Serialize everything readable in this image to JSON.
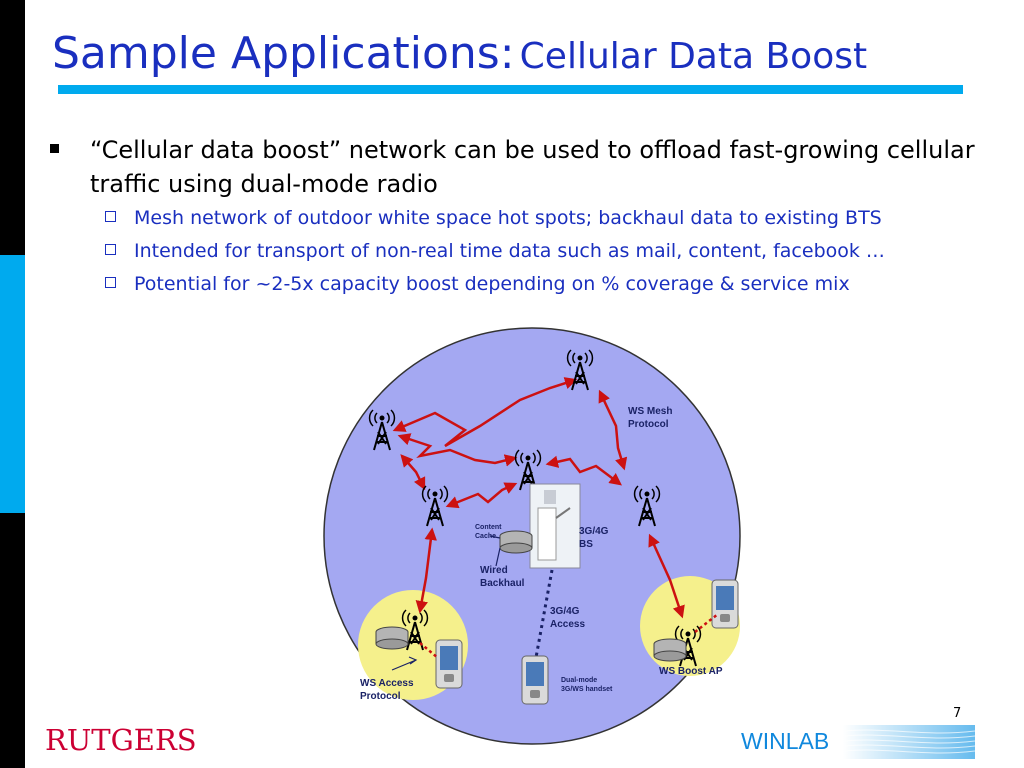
{
  "slide": {
    "title_main": "Sample Applications:",
    "title_sub": "Cellular Data Boost",
    "bullet": "“Cellular data boost” network can be used to offload fast-growing cellular traffic using dual-mode radio",
    "sub_bullets": [
      "Mesh network of outdoor white space hot spots; backhaul data to existing BTS",
      "Intended for transport of non-real time data such as mail, content, facebook …",
      "Potential for ~2-5x capacity boost depending on % coverage & service mix"
    ],
    "page_number": "7"
  },
  "diagram": {
    "labels": {
      "ws_mesh_1": "WS Mesh",
      "ws_mesh_2": "Protocol",
      "content_cache_1": "Content",
      "content_cache_2": "Cache",
      "bs_1": "3G/4G",
      "bs_2": "BS",
      "wired_1": "Wired",
      "wired_2": "Backhaul",
      "access_1": "3G/4G",
      "access_2": "Access",
      "dual_1": "Dual-mode",
      "dual_2": "3G/WS handset",
      "ws_access_1": "WS Access",
      "ws_access_2": "Protocol",
      "ws_boost": "WS Boost AP"
    }
  },
  "footer": {
    "rutgers": "RUTGERS",
    "winlab": "WINLAB"
  },
  "colors": {
    "title": "#1a2fbf",
    "accent": "#00aaee",
    "link": "#cc1111",
    "circle": "#a4a8f2",
    "hotspot": "#f5f08c",
    "rutgers": "#cc0033"
  }
}
